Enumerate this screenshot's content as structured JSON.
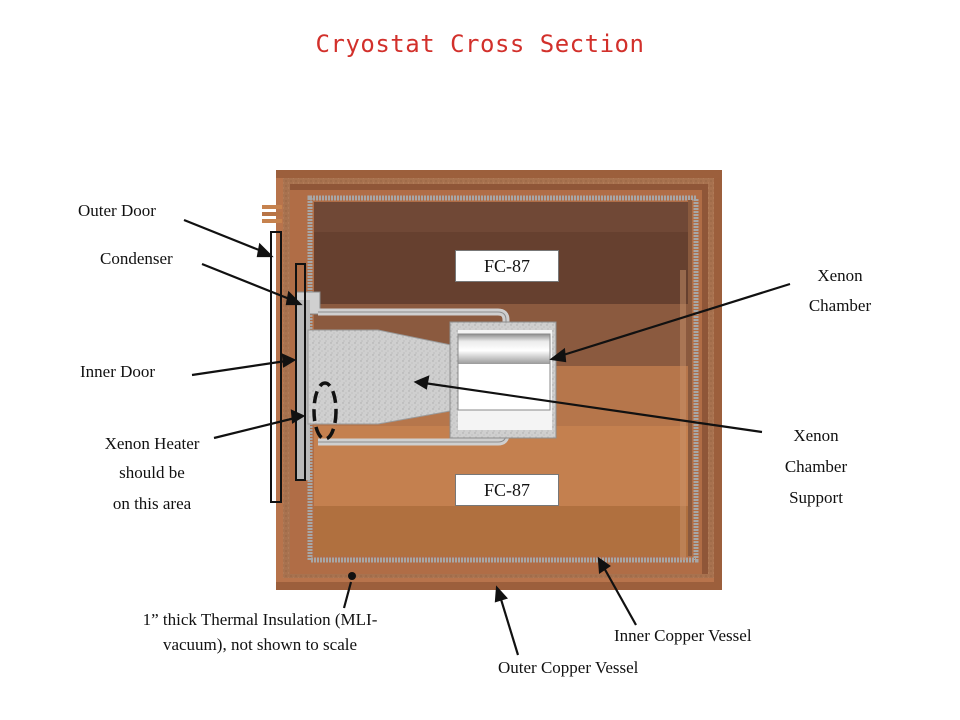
{
  "title": "Cryostat Cross Section",
  "labels": {
    "outer_door": "Outer Door",
    "condenser": "Condenser",
    "inner_door": "Inner Door",
    "xenon_heater": [
      "Xenon Heater",
      "should be",
      "on this area"
    ],
    "xenon_chamber": [
      "Xenon",
      "Chamber"
    ],
    "xenon_chamber_support": [
      "Xenon",
      "Chamber",
      "Support"
    ],
    "fc87_top": "FC-87",
    "fc87_bottom": "FC-87",
    "insulation": [
      "1” thick Thermal Insulation (MLI-",
      "vacuum), not shown to scale"
    ],
    "inner_copper_vessel": "Inner Copper Vessel",
    "outer_copper_vessel": "Outer Copper Vessel"
  },
  "colors": {
    "title": "#d2302b",
    "outer_copper": "#b8744c",
    "dark_fluid": "#6a4532",
    "light_fluid": "#c4804f",
    "support": "#cfcfcf",
    "pointer": "#111111"
  }
}
